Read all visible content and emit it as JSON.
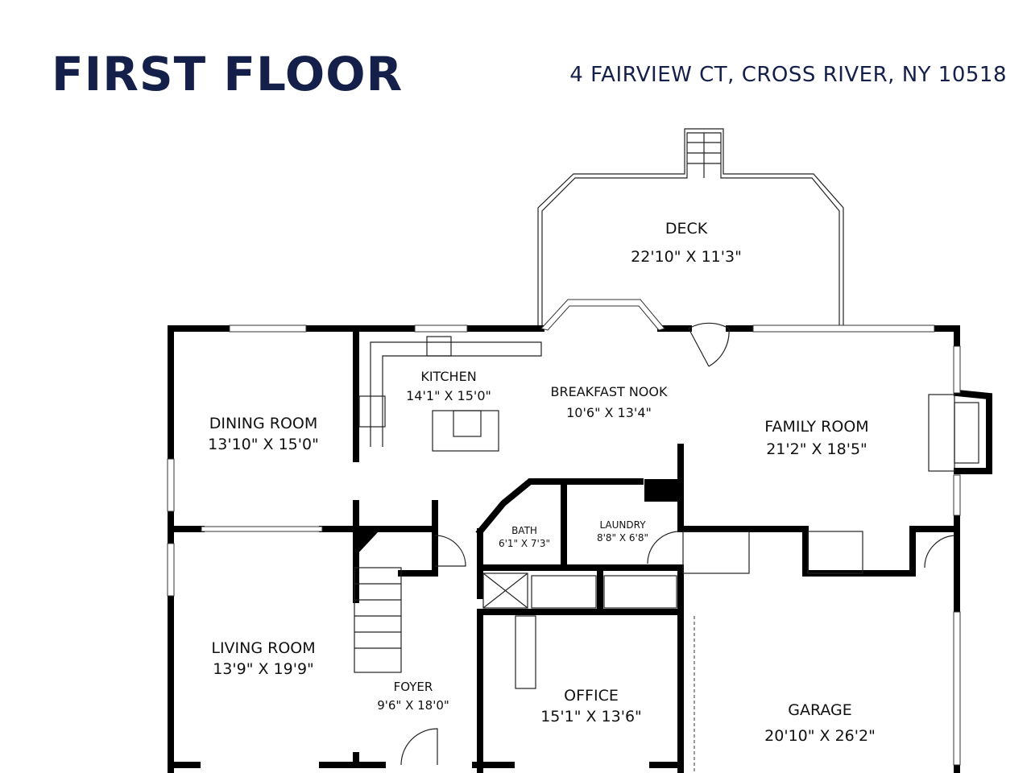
{
  "header": {
    "title": "FIRST FLOOR",
    "address": "4 FAIRVIEW CT, CROSS RIVER, NY 10518"
  },
  "colors": {
    "title": "#14204a",
    "walls": "#000000"
  },
  "rooms": [
    {
      "name": "DECK",
      "dims": "22'10\" X 11'3\""
    },
    {
      "name": "KITCHEN",
      "dims": "14'1\" X 15'0\""
    },
    {
      "name": "BREAKFAST NOOK",
      "dims": "10'6\" X 13'4\""
    },
    {
      "name": "DINING ROOM",
      "dims": "13'10\" X 15'0\""
    },
    {
      "name": "FAMILY ROOM",
      "dims": "21'2\" X 18'5\""
    },
    {
      "name": "BATH",
      "dims": "6'1\" X 7'3\""
    },
    {
      "name": "LAUNDRY",
      "dims": "8'8\" X 6'8\""
    },
    {
      "name": "LIVING ROOM",
      "dims": "13'9\" X 19'9\""
    },
    {
      "name": "FOYER",
      "dims": "9'6\" X 18'0\""
    },
    {
      "name": "OFFICE",
      "dims": "15'1\" X 13'6\""
    },
    {
      "name": "GARAGE",
      "dims": "20'10\" X 26'2\""
    }
  ]
}
